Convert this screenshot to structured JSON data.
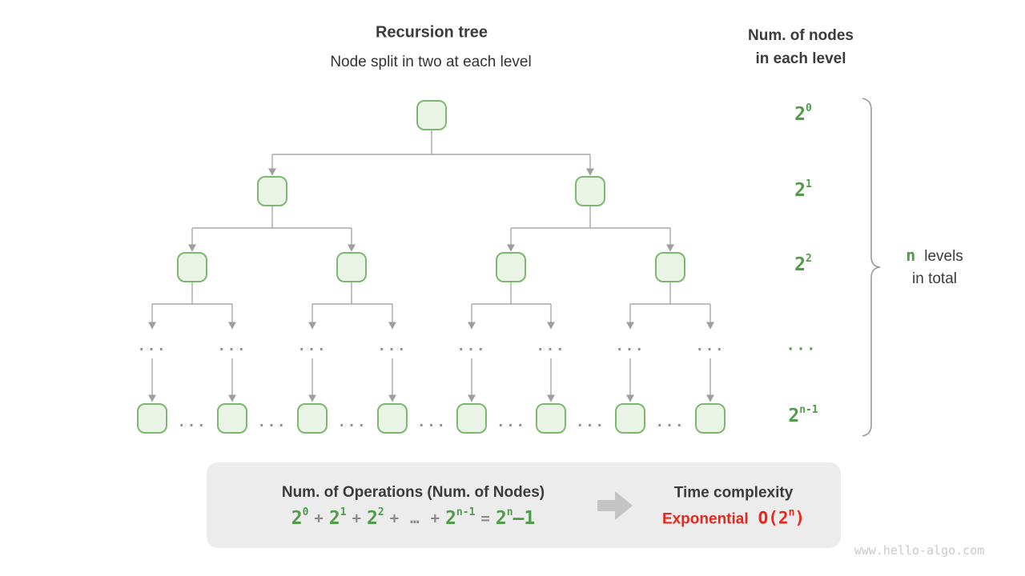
{
  "header": {
    "title": "Recursion tree",
    "subtitle": "Node split in two at each level"
  },
  "right_header": {
    "line1": "Num. of nodes",
    "line2": "in each level"
  },
  "level_labels": [
    {
      "base": "2",
      "sup": "0"
    },
    {
      "base": "2",
      "sup": "1"
    },
    {
      "base": "2",
      "sup": "2"
    },
    {
      "base": "..."
    },
    {
      "base": "2",
      "sup": "n-1"
    }
  ],
  "tree": {
    "dots": "..."
  },
  "brace_label": {
    "n": "n",
    "levels": "levels",
    "line2": "in total"
  },
  "summary": {
    "operations_title": "Num. of Operations (Num. of Nodes)",
    "formula": [
      {
        "base": "2",
        "sup": "0",
        "color": "green"
      },
      {
        "base": "+",
        "color": "gray"
      },
      {
        "base": "2",
        "sup": "1",
        "color": "green"
      },
      {
        "base": "+",
        "color": "gray"
      },
      {
        "base": "2",
        "sup": "2",
        "color": "green"
      },
      {
        "base": "+",
        "color": "gray"
      },
      {
        "base": "…",
        "color": "gray"
      },
      {
        "base": "+",
        "color": "gray"
      },
      {
        "base": "2",
        "sup": "n-1",
        "color": "green"
      },
      {
        "base": "=",
        "color": "gray"
      },
      {
        "base": "2",
        "sup": "n",
        "tail": "–1",
        "color": "green"
      }
    ],
    "complexity_title": "Time complexity",
    "complexity_class": "Exponential",
    "complexity_value_base": "O(2",
    "complexity_value_sup": "n",
    "complexity_value_close": ")"
  },
  "watermark": "www.hello-algo.com",
  "colors": {
    "green": "#4f9d49",
    "node_border": "#7cb96f",
    "node_fill": "#eaf4e6",
    "line_gray": "#a7a7a7",
    "arrowhead_gray": "#9e9e9e",
    "box_bg": "#ececec",
    "big_arrow_gray": "#c4c4c4",
    "red": "#e8271b",
    "text_dark": "#3b3b3b"
  }
}
